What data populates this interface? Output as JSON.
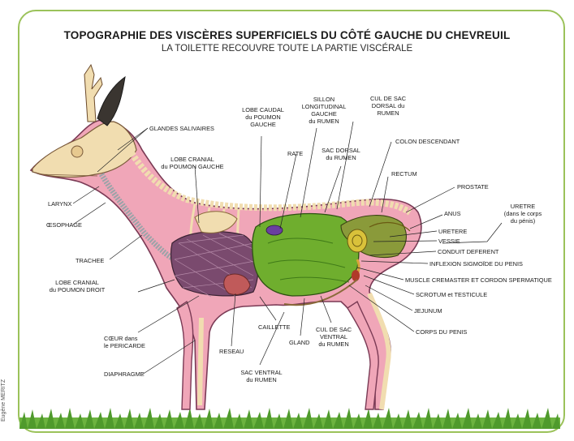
{
  "title": "TOPOGRAPHIE DES VISCÈRES SUPERFICIELS DU CÔTÉ GAUCHE DU CHEVREUIL",
  "subtitle": "LA TOILETTE RECOUVRE TOUTE LA PARTIE VISCÉRALE",
  "credit": "Eugène MERITZ",
  "colors": {
    "frame": "#9bc25a",
    "skin": "#f0a6b8",
    "bone": "#f1ddb0",
    "rumen": "#6fae2e",
    "lung": "#7a4a6e",
    "heart": "#c05a5a",
    "intestine": "#d9c23a",
    "grass": "#4f9a2c"
  },
  "labels": {
    "glandes_salivaires": "GLANDES SALIVAIRES",
    "larynx": "LARYNX",
    "oesophage": "ŒSOPHAGE",
    "trachee": "TRACHEE",
    "lobe_cranial_droit": "LOBE CRANIAL\ndu POUMON DROIT",
    "lobe_cranial_gauche": "LOBE CRANIAL\ndu POUMON GAUCHE",
    "lobe_caudal": "LOBE CAUDAL\ndu POUMON\nGAUCHE",
    "rate": "RATE",
    "sillon": "SILLON\nLONGITUDINAL\nGAUCHE\ndu RUMEN",
    "cul_sac_dorsal": "CUL DE SAC\nDORSAL du\nRUMEN",
    "sac_dorsal": "SAC DORSAL\ndu RUMEN",
    "colon": "COLON DESCENDANT",
    "rectum": "RECTUM",
    "prostate": "PROSTATE",
    "anus": "ANUS",
    "uretre": "URETRE\n(dans le corps\ndu pénis)",
    "uretere": "URETERE",
    "vessie": "VESSIE",
    "conduit": "CONDUIT DEFERENT",
    "inflexion": "INFLEXION SIGMOÏDE DU PENIS",
    "muscle": "MUSCLE CREMASTER ET CORDON SPERMATIQUE",
    "scrotum": "SCROTUM et TESTICULE",
    "jejunum": "JEJUNUM",
    "corps_penis": "CORPS DU PENIS",
    "coeur": "CŒUR dans\nle PERICARDE",
    "diaphragme": "DIAPHRAGME",
    "reseau": "RESEAU",
    "caillette": "CAILLETTE",
    "gland": "GLAND",
    "cul_sac_ventral": "CUL DE SAC\nVENTRAL\ndu RUMEN",
    "sac_ventral": "SAC VENTRAL\ndu RUMEN"
  }
}
